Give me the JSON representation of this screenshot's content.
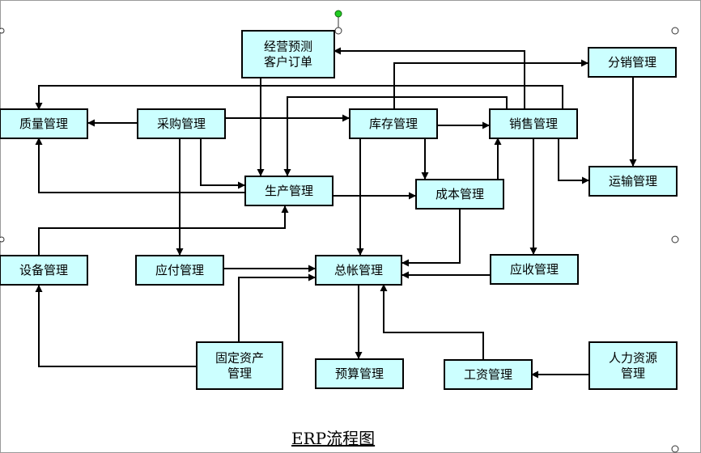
{
  "title": "ERP流程图",
  "colors": {
    "node_fill": "#ccffff",
    "stroke": "#000000"
  },
  "nodes": {
    "order": [
      "经营预测",
      "客户订单"
    ],
    "distribution": [
      "分销管理"
    ],
    "quality": [
      "质量管理"
    ],
    "purchase": [
      "采购管理"
    ],
    "inventory": [
      "库存管理"
    ],
    "sales": [
      "销售管理"
    ],
    "production": [
      "生产管理"
    ],
    "cost": [
      "成本管理"
    ],
    "transport": [
      "运输管理"
    ],
    "equipment": [
      "设备管理"
    ],
    "payable": [
      "应付管理"
    ],
    "ledger": [
      "总帐管理"
    ],
    "receivable": [
      "应收管理"
    ],
    "assets": [
      "固定资产",
      "管理"
    ],
    "budget": [
      "预算管理"
    ],
    "salary": [
      "工资管理"
    ],
    "hr": [
      "人力资源",
      "管理"
    ]
  }
}
